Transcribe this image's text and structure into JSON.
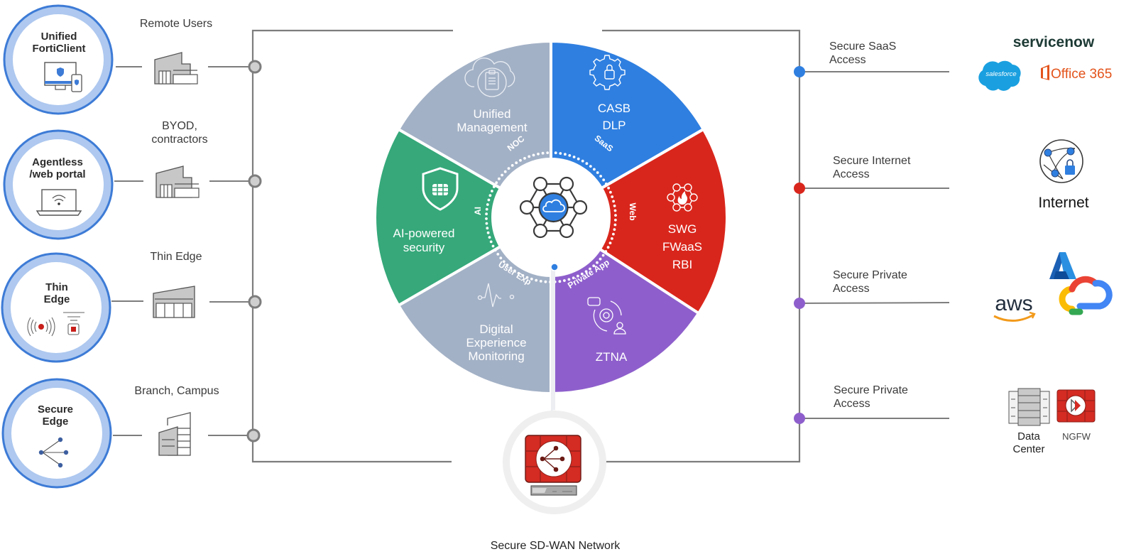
{
  "diagram": {
    "caption": "Secure SD-WAN Network",
    "left": {
      "clients": [
        {
          "title_lines": [
            "Unified",
            "FortiClient"
          ],
          "icon": "monitor-phone-shield-icon",
          "site_label_lines": [
            "Remote Users"
          ],
          "site_icon": "house-icon"
        },
        {
          "title_lines": [
            "Agentless",
            "/web portal"
          ],
          "icon": "laptop-wifi-icon",
          "site_label_lines": [
            "BYOD,",
            "contractors"
          ],
          "site_icon": "house-icon"
        },
        {
          "title_lines": [
            "Thin",
            "Edge"
          ],
          "icon": "wireless-sensor-icon",
          "site_label_lines": [
            "Thin Edge"
          ],
          "site_icon": "store-icon"
        },
        {
          "title_lines": [
            "Secure",
            "Edge"
          ],
          "icon": "branch-nodes-icon",
          "site_label_lines": [
            "Branch, Campus"
          ],
          "site_icon": "office-building-icon"
        }
      ]
    },
    "wheel": {
      "hub_icon": "cloud-hexagon-network-icon",
      "segments": [
        {
          "id": "casb",
          "lines": [
            "CASB",
            "DLP"
          ],
          "ring_label": "SaaS",
          "icon": "gear-lock-icon",
          "color": "#2f7fe0"
        },
        {
          "id": "swg",
          "lines": [
            "SWG",
            "FWaaS",
            "RBI"
          ],
          "ring_label": "Web",
          "icon": "network-fire-icon",
          "color": "#d9261c"
        },
        {
          "id": "ztna",
          "lines": [
            "ZTNA"
          ],
          "ring_label": "Private App",
          "icon": "gear-user-cycle-icon",
          "color": "#8e5fcc"
        },
        {
          "id": "dem",
          "lines": [
            "Digital",
            "Experience",
            "Monitoring"
          ],
          "ring_label": "User Exp",
          "icon": "heartbeat-icon",
          "color": "#a3b1c6"
        },
        {
          "id": "ai",
          "lines": [
            "AI-powered",
            "security"
          ],
          "ring_label": "AI",
          "icon": "shield-fortinet-icon",
          "color": "#36a87a"
        },
        {
          "id": "mgmt",
          "lines": [
            "Unified",
            "Management"
          ],
          "ring_label": "NOC",
          "icon": "cloud-clipboard-icon",
          "color": "#a3b1c6"
        }
      ]
    },
    "sdwan_icon": "fortigate-firewall-icon",
    "right": {
      "access": [
        {
          "label_lines": [
            "Secure SaaS",
            "Access"
          ],
          "dot_color": "#2f7fe0"
        },
        {
          "label_lines": [
            "Secure Internet",
            "Access"
          ],
          "dot_color": "#d9261c"
        },
        {
          "label_lines": [
            "Secure Private",
            "Access"
          ],
          "dot_color": "#8e5fcc"
        },
        {
          "label_lines": [
            "Secure Private",
            "Access"
          ],
          "dot_color": "#8e5fcc"
        }
      ],
      "destinations": {
        "saas": {
          "servicenow": "servicenow",
          "salesforce": "salesforce",
          "office": "Office 365"
        },
        "internet": {
          "label": "Internet",
          "icon": "globe-lock-icon"
        },
        "cloud": {
          "aws": "aws",
          "azure_icon": "azure-logo-icon",
          "gcp_icon": "google-cloud-logo-icon"
        },
        "onprem": {
          "datacenter_lines": [
            "Data",
            "Center"
          ],
          "ngfw": "NGFW",
          "datacenter_icon": "server-rack-icon",
          "ngfw_icon": "ngfw-firewall-icon"
        }
      }
    }
  }
}
